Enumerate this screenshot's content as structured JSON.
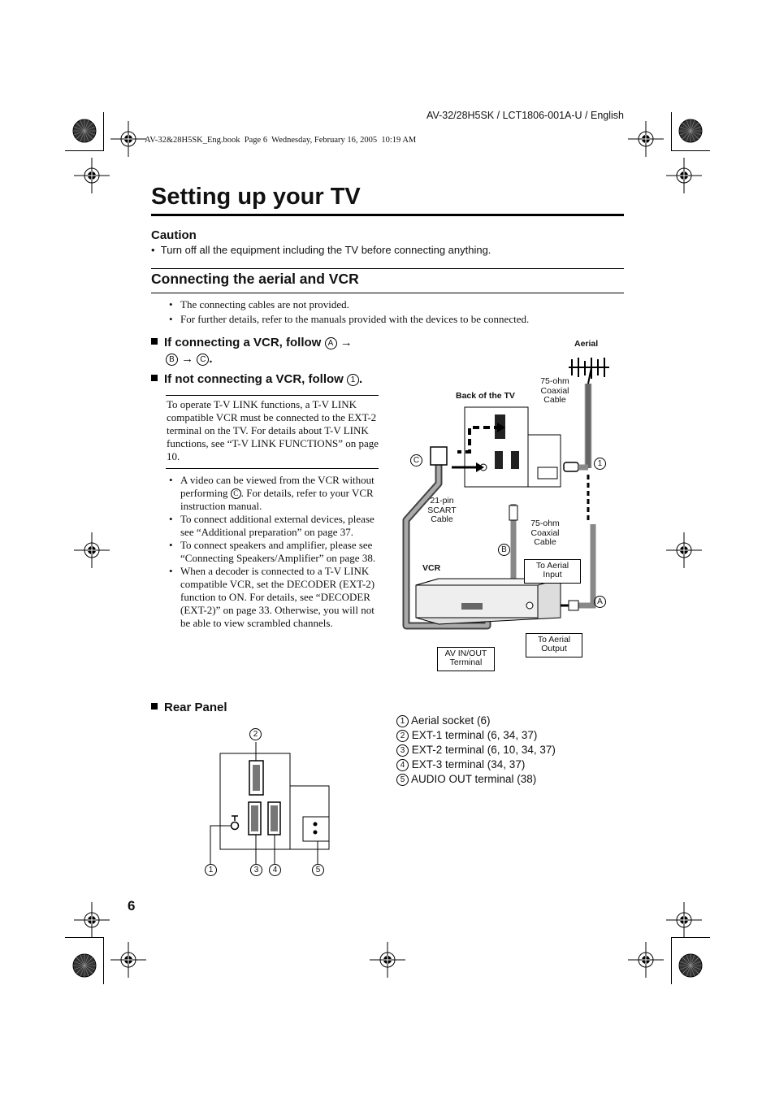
{
  "header": {
    "model_ref": "AV-32/28H5SK / LCT1806-001A-U / English",
    "book_info": "AV-32&28H5SK_Eng.book  Page 6  Wednesday, February 16, 2005  10:19 AM"
  },
  "title": "Setting up your TV",
  "caution": {
    "heading": "Caution",
    "text": "Turn off all the equipment including the TV before connecting anything."
  },
  "section": {
    "heading": "Connecting the aerial and VCR",
    "notes": [
      "The connecting cables are not provided.",
      "For further details, refer to the manuals provided with the devices to be connected."
    ]
  },
  "steps": {
    "vcr_prefix": "If connecting a VCR, follow",
    "no_vcr_prefix": "If not connecting a VCR, follow",
    "mark_a": "A",
    "mark_b": "B",
    "mark_c": "C",
    "mark_1": "1",
    "arrow": "→"
  },
  "tvlink_paragraph": "To operate T-V LINK functions, a T-V LINK compatible VCR must be connected to the EXT-2 terminal on the TV. For details about T-V LINK functions, see “T-V LINK FUNCTIONS” on page 10.",
  "tips": {
    "tip1_before": "A video can be viewed from the VCR without performing",
    "tip1_mark": "C",
    "tip1_after": ". For details, refer to your VCR instruction manual.",
    "tip2": "To connect additional external devices, please see “Additional preparation” on page 37.",
    "tip3": "To connect speakers and amplifier, please see “Connecting Speakers/Amplifier” on page 38.",
    "tip4": "When a decoder is connected to a T-V LINK compatible VCR, set the DECODER (EXT-2) function to ON. For details, see “DECODER (EXT-2)” on page 33. Otherwise, you will not be able to view scrambled channels."
  },
  "diagram": {
    "aerial": "Aerial",
    "coax_top": "75-ohm Coaxial Cable",
    "back_of_tv": "Back of the TV",
    "scart": "21-pin SCART Cable",
    "coax_mid": "75-ohm Coaxial Cable",
    "vcr": "VCR",
    "to_aerial_input": "To Aerial Input",
    "to_aerial_output": "To Aerial Output",
    "av_in_out": "AV IN/OUT Terminal",
    "markers": {
      "c": "C",
      "one": "1",
      "b": "B",
      "a": "A"
    }
  },
  "rear_panel": {
    "heading": "Rear Panel",
    "callouts": [
      "1",
      "2",
      "3",
      "4",
      "5"
    ],
    "legend": [
      {
        "num": "1",
        "text": "Aerial socket (6)"
      },
      {
        "num": "2",
        "text": "EXT-1 terminal (6, 34, 37)"
      },
      {
        "num": "3",
        "text": "EXT-2 terminal (6, 10, 34, 37)"
      },
      {
        "num": "4",
        "text": "EXT-3 terminal (34, 37)"
      },
      {
        "num": "5",
        "text": "AUDIO OUT terminal (38)"
      }
    ]
  },
  "page_number": "6"
}
